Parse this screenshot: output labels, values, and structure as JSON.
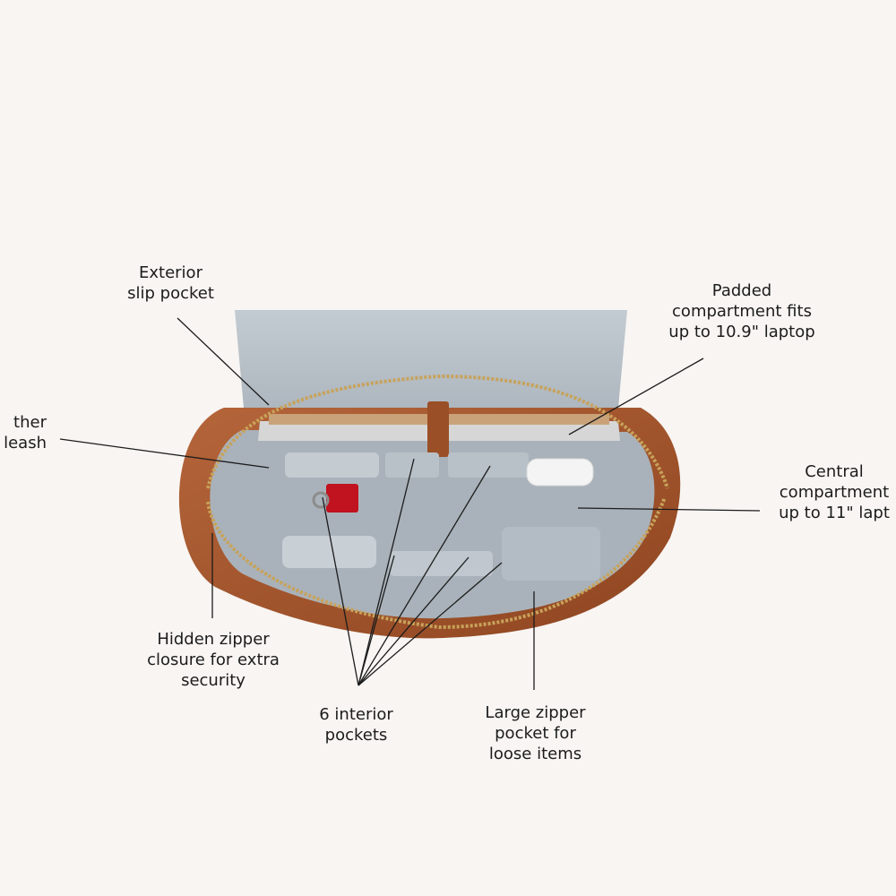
{
  "colors": {
    "background": "#f8f5f2",
    "leather": "#a8582c",
    "leather_dark": "#7a3d1c",
    "lining": "#a9b2ba",
    "zipper": "#c8a25a",
    "text": "#1c1c1c",
    "leader_line": "#1c1c1c"
  },
  "callouts": {
    "exterior_slip_pocket": {
      "lines": [
        "Exterior",
        "slip pocket"
      ]
    },
    "leather_leash": {
      "lines": [
        "ther",
        "leash"
      ]
    },
    "padded_compartment": {
      "lines": [
        "Padded",
        "compartment fits",
        "up to 10.9\" laptop"
      ]
    },
    "central_compartment": {
      "lines": [
        "Central",
        "compartment",
        "up to 11\" lapt"
      ]
    },
    "hidden_zipper": {
      "lines": [
        "Hidden zipper",
        "closure for extra",
        "security"
      ]
    },
    "interior_pockets": {
      "lines": [
        "6 interior",
        "pockets"
      ]
    },
    "large_zipper_pocket": {
      "lines": [
        "Large zipper",
        "pocket for",
        "loose items"
      ]
    }
  }
}
